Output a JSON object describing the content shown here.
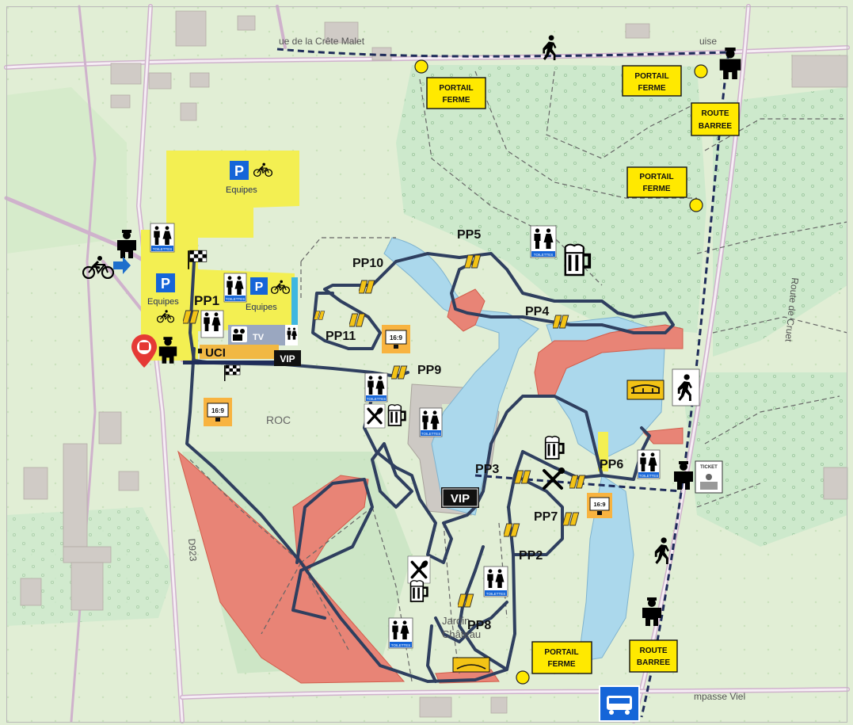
{
  "streets": {
    "north": "ue de la Crête Malet",
    "north_right": "uise",
    "east": "Route de Cruet",
    "south": "mpasse Viel",
    "west": "D923"
  },
  "areas": {
    "roc": "ROC",
    "jardin_line1": "Jardin",
    "jardin_line2": "Château"
  },
  "signs": [
    {
      "line1": "PORTAIL",
      "line2": "FERME"
    },
    {
      "line1": "PORTAIL",
      "line2": "FERME"
    },
    {
      "line1": "ROUTE",
      "line2": "BARREE"
    },
    {
      "line1": "PORTAIL",
      "line2": "FERME"
    },
    {
      "line1": "PORTAIL",
      "line2": "FERME"
    },
    {
      "line1": "ROUTE",
      "line2": "BARREE"
    }
  ],
  "pits": [
    "PP1",
    "PP2",
    "PP3",
    "PP4",
    "PP5",
    "PP6",
    "PP7",
    "PP8",
    "PP9",
    "PP10",
    "PP11"
  ],
  "parking": {
    "p_letter": "P",
    "equipes": "Equipes"
  },
  "facilities": {
    "toilettes": "TOILETTES",
    "uci": "UCI",
    "tv": "TV",
    "vip": "VIP",
    "screen": "16:9",
    "ticket": "TICKET"
  },
  "colors": {
    "woods": "#cde9cc",
    "lake": "#abd8ec",
    "parking": "#f3ef52",
    "restricted": "#e88476",
    "course": "#2f3f5f",
    "road": "#cfb2cc",
    "sign": "#ffe900",
    "screen": "#f8b340",
    "parking_blue": "#1565d8"
  }
}
